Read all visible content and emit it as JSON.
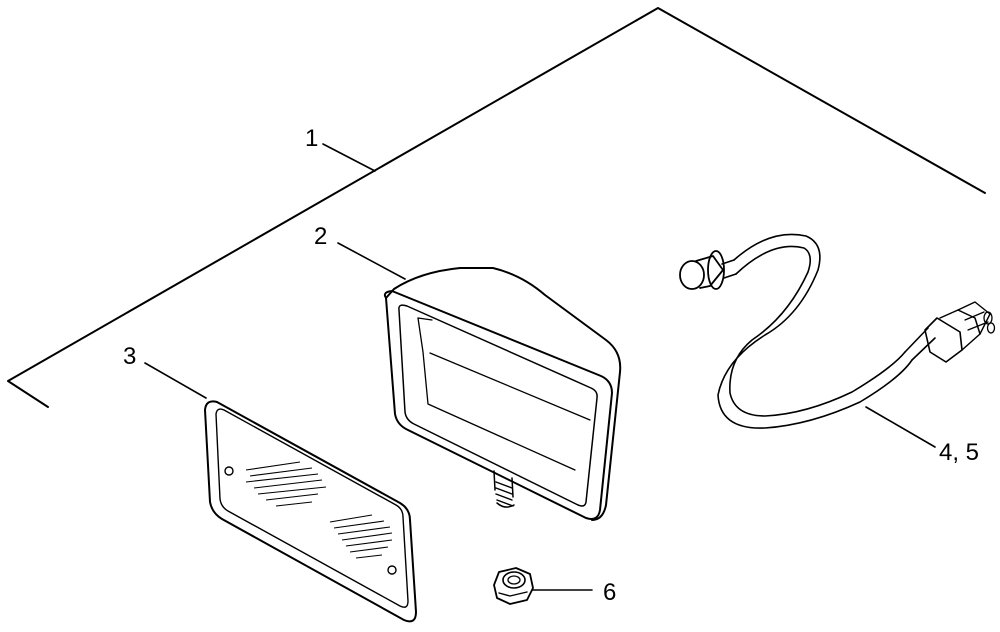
{
  "callouts": {
    "c1": "1",
    "c2": "2",
    "c3": "3",
    "c45": "4, 5",
    "c6": "6"
  },
  "colors": {
    "line": "#000000",
    "background": "#ffffff"
  }
}
